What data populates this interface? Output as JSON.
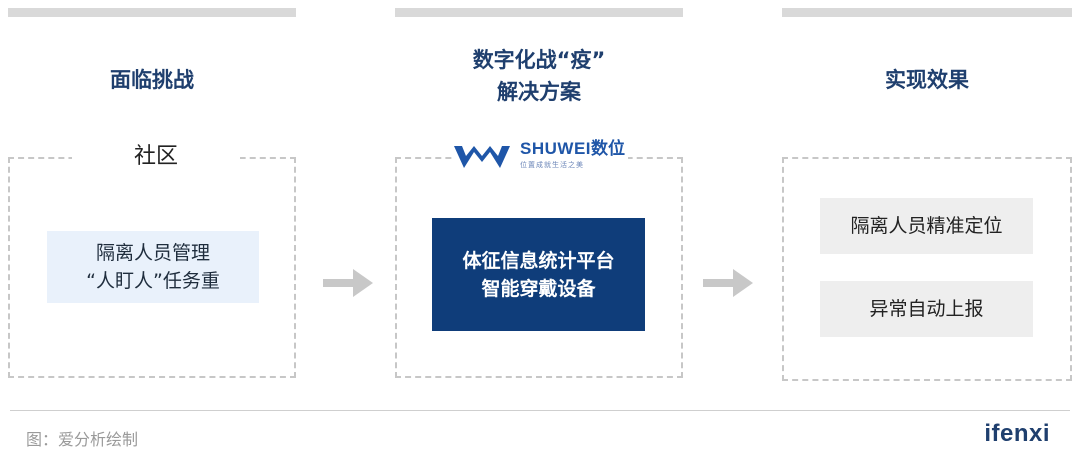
{
  "columns": {
    "challenge": {
      "title": "面临挑战",
      "label": "社区",
      "card_line1": "隔离人员管理",
      "card_line2": "“人盯人”任务重"
    },
    "solution": {
      "title_line1": "数字化战“疫”",
      "title_line2": "解决方案",
      "logo": {
        "latin": "SHUWEI",
        "cn": "数位",
        "slogan": "位置成就生活之美"
      },
      "card_line1": "体征信息统计平台",
      "card_line2": "智能穿戴设备"
    },
    "effect": {
      "title": "实现效果",
      "items": [
        "隔离人员精准定位",
        "异常自动上报"
      ]
    }
  },
  "footer": {
    "source": "图：爱分析绘制",
    "brand": "ifenxi"
  },
  "colors": {
    "title": "#1f3f6e",
    "solution_card": "#0f3d7a",
    "challenge_card": "#e9f1fb",
    "effect_card": "#eeeeee",
    "arrow": "#c8c8c8"
  }
}
